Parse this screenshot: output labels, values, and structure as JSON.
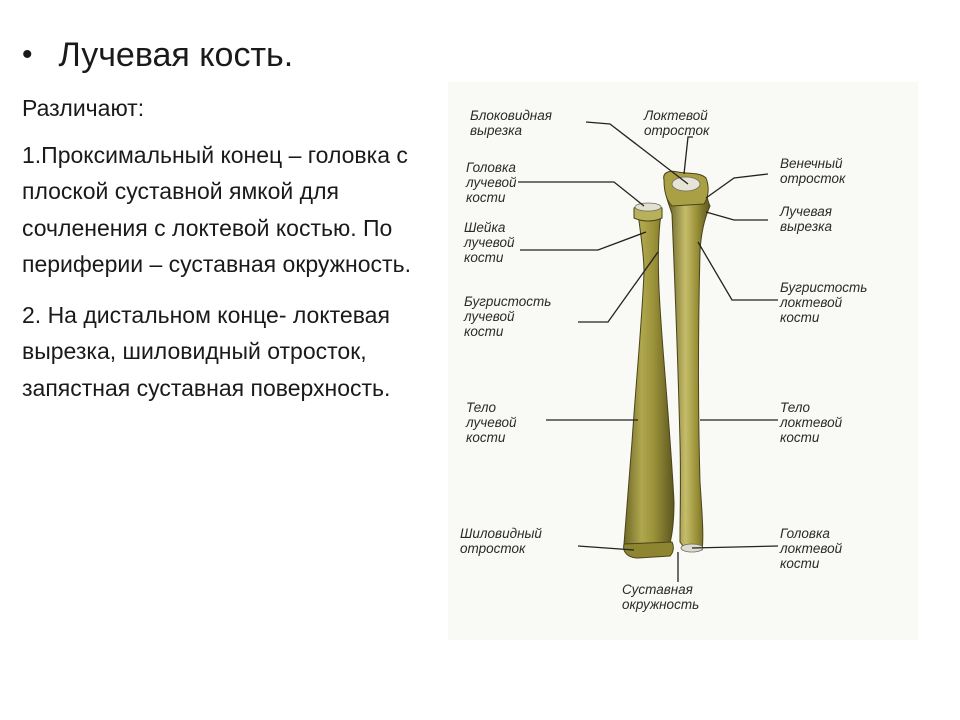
{
  "slide": {
    "bullet": "•",
    "title": "Лучевая кость.",
    "intro": "Различают:",
    "point1": "1.Проксимальный конец – головка с плоской суставной ямкой для сочленения с локтевой костью. По периферии – суставная окружность.",
    "point2": "2. На дистальном конце- локтевая вырезка, шиловидный отросток, запястная суставная поверхность."
  },
  "figure": {
    "colors": {
      "bone": "#9a9138",
      "bone_light": "#c5bd6a",
      "bone_dark": "#5c5520",
      "line": "#222222"
    },
    "labels_left": [
      {
        "id": "trochlear-notch",
        "lines": [
          "Блоковидная",
          "вырезка"
        ]
      },
      {
        "id": "radius-head",
        "lines": [
          "Головка",
          "лучевой",
          "кости"
        ]
      },
      {
        "id": "radius-neck",
        "lines": [
          "Шейка",
          "лучевой",
          "кости"
        ]
      },
      {
        "id": "radius-tuberosity",
        "lines": [
          "Бугристость",
          "лучевой",
          "кости"
        ]
      },
      {
        "id": "radius-body",
        "lines": [
          "Тело",
          "лучевой",
          "кости"
        ]
      },
      {
        "id": "styloid-process",
        "lines": [
          "Шиловидный",
          "отросток"
        ]
      }
    ],
    "labels_right": [
      {
        "id": "olecranon",
        "lines": [
          "Локтевой",
          "отросток"
        ]
      },
      {
        "id": "coronoid-process",
        "lines": [
          "Венечный",
          "отросток"
        ]
      },
      {
        "id": "radial-notch",
        "lines": [
          "Лучевая",
          "вырезка"
        ]
      },
      {
        "id": "ulna-tuberosity",
        "lines": [
          "Бугристость",
          "локтевой",
          "кости"
        ]
      },
      {
        "id": "ulna-body",
        "lines": [
          "Тело",
          "локтевой",
          "кости"
        ]
      },
      {
        "id": "ulna-head",
        "lines": [
          "Головка",
          "локтевой",
          "кости"
        ]
      }
    ],
    "label_bottom": {
      "id": "articular-circumference",
      "lines": [
        "Суставная",
        "окружность"
      ]
    }
  }
}
